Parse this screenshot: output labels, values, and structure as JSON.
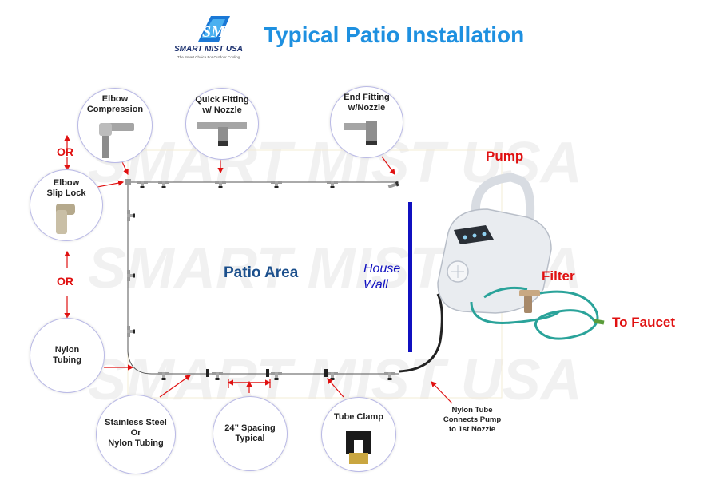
{
  "logo": {
    "mark": "SM",
    "name": "SMART MIST USA",
    "tagline": "The Smart Choice For Outdoor Cooling"
  },
  "title": "Typical Patio Installation",
  "watermark": "SMART MIST USA",
  "callouts": {
    "elbow_compression": [
      "Elbow",
      "Compression"
    ],
    "quick_fitting": [
      "Quick Fitting",
      "w/ Nozzle"
    ],
    "end_fitting": [
      "End Fitting",
      "w/Nozzle"
    ],
    "elbow_slip_lock": [
      "Elbow",
      "Slip Lock"
    ],
    "nylon_tubing": [
      "Nylon",
      "Tubing"
    ],
    "stainless": [
      "Stainless Steel",
      "Or",
      "Nylon Tubing"
    ],
    "spacing": [
      "24” Spacing",
      "Typical"
    ],
    "tube_clamp": [
      "Tube Clamp"
    ]
  },
  "or_labels": [
    "OR",
    "OR"
  ],
  "area_label": "Patio Area",
  "wall_label": [
    "House",
    "Wall"
  ],
  "pump_labels": {
    "pump": "Pump",
    "filter": "Filter",
    "faucet": "To Faucet"
  },
  "nylon_note": [
    "Nylon Tube",
    "Connects Pump",
    "to 1st Nozzle"
  ],
  "colors": {
    "title": "#1e90e0",
    "accent_red": "#e01010",
    "wall": "#1010c0",
    "area_text": "#1b4f8c",
    "hose": "#2aa39a"
  }
}
